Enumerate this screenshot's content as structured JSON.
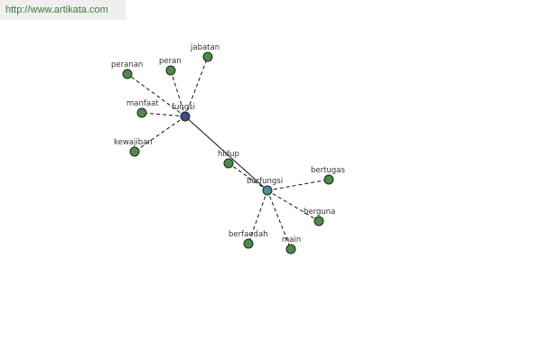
{
  "source_url": "http://www.artikata.com",
  "colors": {
    "leaf_fill": "#4e8a4a",
    "hub_fill": "#3c4f8a",
    "subhub_fill": "#4f8d92",
    "node_stroke": "#222222",
    "edge": "#111111",
    "label": "#333333"
  },
  "graph": {
    "nodes": [
      {
        "id": "fungsi",
        "label": "fungsi",
        "kind": "hub"
      },
      {
        "id": "berfungsi",
        "label": "berfungsi",
        "kind": "subhub"
      },
      {
        "id": "jabatan",
        "label": "jabatan",
        "kind": "leaf"
      },
      {
        "id": "peran",
        "label": "peran",
        "kind": "leaf"
      },
      {
        "id": "peranan",
        "label": "peranan",
        "kind": "leaf"
      },
      {
        "id": "manfaat",
        "label": "manfaat",
        "kind": "leaf"
      },
      {
        "id": "kewajiban",
        "label": "kewajiban",
        "kind": "leaf"
      },
      {
        "id": "hidup",
        "label": "hidup",
        "kind": "leaf"
      },
      {
        "id": "bertugas",
        "label": "bertugas",
        "kind": "leaf"
      },
      {
        "id": "berguna",
        "label": "berguna",
        "kind": "leaf"
      },
      {
        "id": "main",
        "label": "main",
        "kind": "leaf"
      },
      {
        "id": "berfaedah",
        "label": "berfaedah",
        "kind": "leaf"
      }
    ],
    "edges": [
      {
        "from": "fungsi",
        "to": "berfungsi",
        "style": "solid"
      },
      {
        "from": "fungsi",
        "to": "jabatan",
        "style": "dashed"
      },
      {
        "from": "fungsi",
        "to": "peran",
        "style": "dashed"
      },
      {
        "from": "fungsi",
        "to": "peranan",
        "style": "dashed"
      },
      {
        "from": "fungsi",
        "to": "manfaat",
        "style": "dashed"
      },
      {
        "from": "fungsi",
        "to": "kewajiban",
        "style": "dashed"
      },
      {
        "from": "berfungsi",
        "to": "hidup",
        "style": "dashed"
      },
      {
        "from": "berfungsi",
        "to": "bertugas",
        "style": "dashed"
      },
      {
        "from": "berfungsi",
        "to": "berguna",
        "style": "dashed"
      },
      {
        "from": "berfungsi",
        "to": "main",
        "style": "dashed"
      },
      {
        "from": "berfungsi",
        "to": "berfaedah",
        "style": "dashed"
      }
    ]
  }
}
